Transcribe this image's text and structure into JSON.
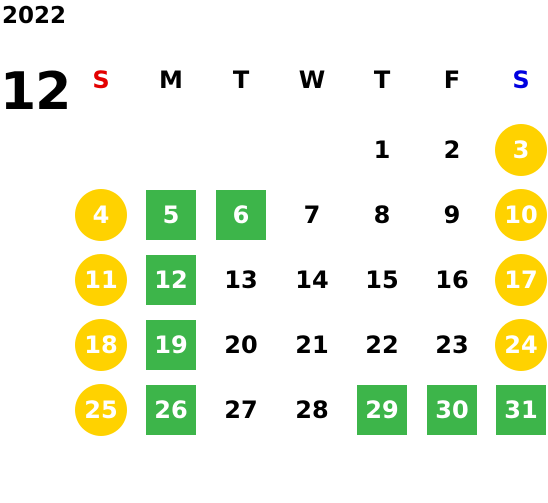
{
  "calendar": {
    "year": "2022",
    "month": "12",
    "weekdays": [
      {
        "label": "S",
        "color": "#e30000"
      },
      {
        "label": "M",
        "color": "#000000"
      },
      {
        "label": "T",
        "color": "#000000"
      },
      {
        "label": "W",
        "color": "#000000"
      },
      {
        "label": "T",
        "color": "#000000"
      },
      {
        "label": "F",
        "color": "#000000"
      },
      {
        "label": "S",
        "color": "#0000e0"
      }
    ],
    "colors": {
      "holiday_circle": "#ffd200",
      "closed_square": "#3db54a",
      "day_text": "#000000",
      "highlight_text": "#ffffff"
    },
    "weeks": [
      [
        null,
        null,
        null,
        null,
        {
          "day": "1"
        },
        {
          "day": "2"
        },
        {
          "day": "3",
          "mark": "holiday"
        }
      ],
      [
        {
          "day": "4",
          "mark": "holiday"
        },
        {
          "day": "5",
          "mark": "closed"
        },
        {
          "day": "6",
          "mark": "closed"
        },
        {
          "day": "7"
        },
        {
          "day": "8"
        },
        {
          "day": "9"
        },
        {
          "day": "10",
          "mark": "holiday"
        }
      ],
      [
        {
          "day": "11",
          "mark": "holiday"
        },
        {
          "day": "12",
          "mark": "closed"
        },
        {
          "day": "13"
        },
        {
          "day": "14"
        },
        {
          "day": "15"
        },
        {
          "day": "16"
        },
        {
          "day": "17",
          "mark": "holiday"
        }
      ],
      [
        {
          "day": "18",
          "mark": "holiday"
        },
        {
          "day": "19",
          "mark": "closed"
        },
        {
          "day": "20"
        },
        {
          "day": "21"
        },
        {
          "day": "22"
        },
        {
          "day": "23"
        },
        {
          "day": "24",
          "mark": "holiday"
        }
      ],
      [
        {
          "day": "25",
          "mark": "holiday"
        },
        {
          "day": "26",
          "mark": "closed"
        },
        {
          "day": "27"
        },
        {
          "day": "28"
        },
        {
          "day": "29",
          "mark": "closed"
        },
        {
          "day": "30",
          "mark": "closed"
        },
        {
          "day": "31",
          "mark": "closed"
        }
      ]
    ]
  }
}
